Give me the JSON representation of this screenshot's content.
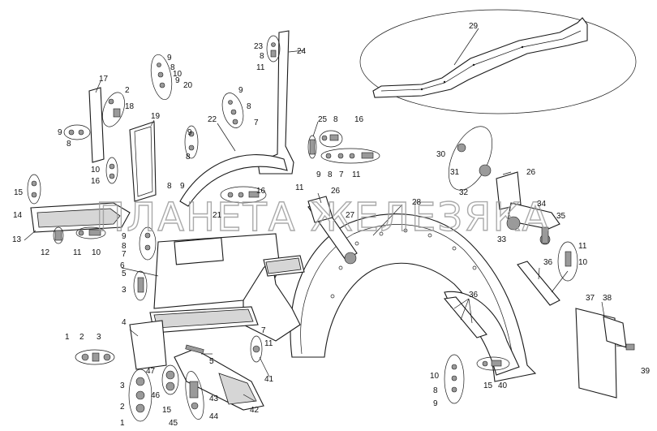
{
  "watermark": "ПЛАНЕТА ЖЕЛЕЗЯКА",
  "callouts": [
    {
      "id": "c23",
      "text": "23"
    },
    {
      "id": "c24",
      "text": "24"
    },
    {
      "id": "c8a",
      "text": "8"
    },
    {
      "id": "c11a",
      "text": "11"
    },
    {
      "id": "c29",
      "text": "29"
    },
    {
      "id": "c9a",
      "text": "9"
    },
    {
      "id": "c8b",
      "text": "8"
    },
    {
      "id": "c10a",
      "text": "10"
    },
    {
      "id": "c9b",
      "text": "9"
    },
    {
      "id": "c20",
      "text": "20"
    },
    {
      "id": "c17",
      "text": "17"
    },
    {
      "id": "c2a",
      "text": "2"
    },
    {
      "id": "c18",
      "text": "18"
    },
    {
      "id": "c9c",
      "text": "9"
    },
    {
      "id": "c8c",
      "text": "8"
    },
    {
      "id": "c9d",
      "text": "9"
    },
    {
      "id": "c8d",
      "text": "8"
    },
    {
      "id": "c7a",
      "text": "7"
    },
    {
      "id": "c22",
      "text": "22"
    },
    {
      "id": "c19",
      "text": "19"
    },
    {
      "id": "c25",
      "text": "25"
    },
    {
      "id": "c8e",
      "text": "8"
    },
    {
      "id": "c16a",
      "text": "16"
    },
    {
      "id": "c9e",
      "text": "9"
    },
    {
      "id": "c8f",
      "text": "8"
    },
    {
      "id": "c7b",
      "text": "7"
    },
    {
      "id": "c11b",
      "text": "11"
    },
    {
      "id": "c9f",
      "text": "9"
    },
    {
      "id": "c8g",
      "text": "8"
    },
    {
      "id": "c30",
      "text": "30"
    },
    {
      "id": "c31",
      "text": "31"
    },
    {
      "id": "c26a",
      "text": "26"
    },
    {
      "id": "c10b",
      "text": "10"
    },
    {
      "id": "c16b",
      "text": "16"
    },
    {
      "id": "c15a",
      "text": "15"
    },
    {
      "id": "c14",
      "text": "14"
    },
    {
      "id": "c8h",
      "text": "8"
    },
    {
      "id": "c9g",
      "text": "9"
    },
    {
      "id": "c21",
      "text": "21"
    },
    {
      "id": "c16c",
      "text": "16"
    },
    {
      "id": "c11c",
      "text": "11"
    },
    {
      "id": "c26b",
      "text": "26"
    },
    {
      "id": "c32",
      "text": "32"
    },
    {
      "id": "c34",
      "text": "34"
    },
    {
      "id": "c28",
      "text": "28"
    },
    {
      "id": "c27",
      "text": "27"
    },
    {
      "id": "c35",
      "text": "35"
    },
    {
      "id": "c13",
      "text": "13"
    },
    {
      "id": "c33",
      "text": "33"
    },
    {
      "id": "c9h",
      "text": "9"
    },
    {
      "id": "c8i",
      "text": "8"
    },
    {
      "id": "c12",
      "text": "12"
    },
    {
      "id": "c11d",
      "text": "11"
    },
    {
      "id": "c10c",
      "text": "10"
    },
    {
      "id": "c7c",
      "text": "7"
    },
    {
      "id": "c6",
      "text": "6"
    },
    {
      "id": "c11e",
      "text": "11"
    },
    {
      "id": "c10d",
      "text": "10"
    },
    {
      "id": "c36a",
      "text": "36"
    },
    {
      "id": "c5a",
      "text": "5"
    },
    {
      "id": "c3a",
      "text": "3"
    },
    {
      "id": "c36b",
      "text": "36"
    },
    {
      "id": "c37",
      "text": "37"
    },
    {
      "id": "c38",
      "text": "38"
    },
    {
      "id": "c4",
      "text": "4"
    },
    {
      "id": "c7d",
      "text": "7"
    },
    {
      "id": "c11f",
      "text": "11"
    },
    {
      "id": "c1a",
      "text": "1"
    },
    {
      "id": "c2b",
      "text": "2"
    },
    {
      "id": "c3b",
      "text": "3"
    },
    {
      "id": "c5b",
      "text": "5"
    },
    {
      "id": "c47",
      "text": "47"
    },
    {
      "id": "c46",
      "text": "46"
    },
    {
      "id": "c41",
      "text": "41"
    },
    {
      "id": "c10e",
      "text": "10"
    },
    {
      "id": "c8j",
      "text": "8"
    },
    {
      "id": "c9i",
      "text": "9"
    },
    {
      "id": "c15b",
      "text": "15"
    },
    {
      "id": "c40",
      "text": "40"
    },
    {
      "id": "c39",
      "text": "39"
    },
    {
      "id": "c3c",
      "text": "3"
    },
    {
      "id": "c2c",
      "text": "2"
    },
    {
      "id": "c1b",
      "text": "1"
    },
    {
      "id": "c43",
      "text": "43"
    },
    {
      "id": "c15c",
      "text": "15"
    },
    {
      "id": "c44",
      "text": "44"
    },
    {
      "id": "c45",
      "text": "45"
    },
    {
      "id": "c42",
      "text": "42"
    }
  ]
}
